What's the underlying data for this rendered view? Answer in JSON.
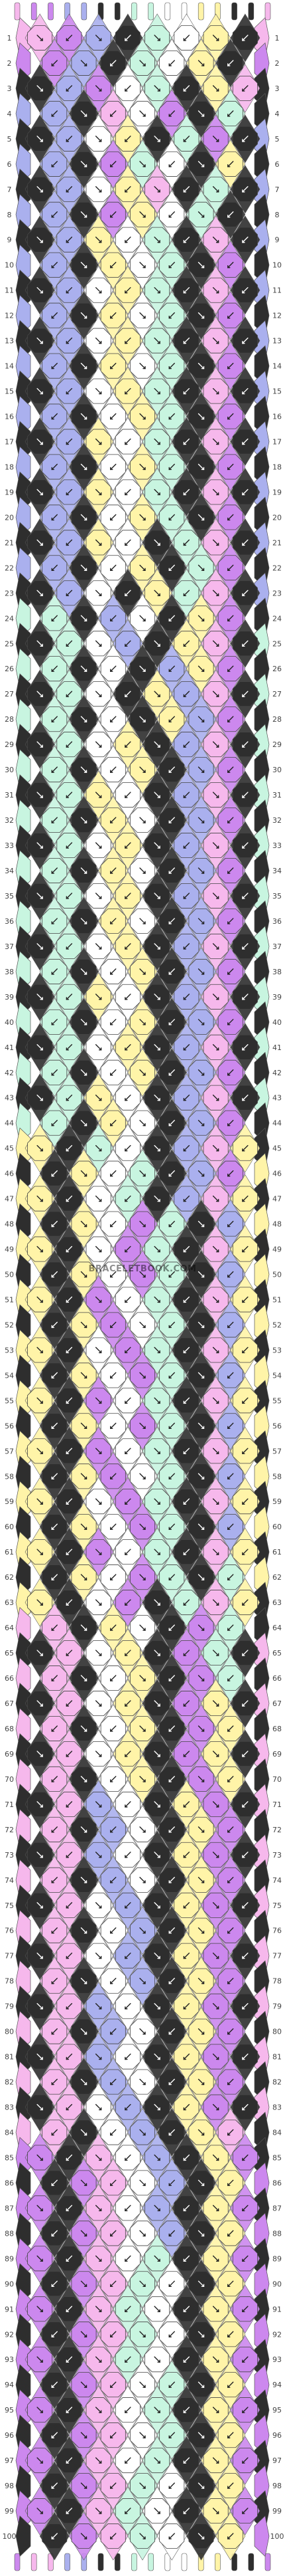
{
  "watermark_text": "BRACELETBOOK.COM",
  "colors": {
    "A": "#cc88ee",
    "B": "#2e2e2e",
    "C": "#aab0ee",
    "D": "#c8f5e0",
    "E": "#fff4a8",
    "F": "#f6b8ec",
    "G": "#ffffff"
  },
  "strings_top": [
    "F",
    "A",
    "A",
    "C",
    "C",
    "B",
    "B",
    "D",
    "D",
    "G",
    "G",
    "E",
    "E",
    "B",
    "B",
    "F"
  ],
  "strings_bottom": [
    "A",
    "F",
    "F",
    "C",
    "C",
    "B",
    "B",
    "D",
    "D",
    "G",
    "G",
    "E",
    "E",
    "B",
    "B",
    "A"
  ],
  "row_count": 100,
  "rows": [
    "FAC BDG EB",
    "ACB DGE BF",
    "BCA GDB EF",
    "CB FG AB D",
    "BC GE BD A",
    "CBA DGB E",
    "BCG EFB D",
    "CB AEG DB",
    "BC EGD BF",
    "CBE GDB A",
    "BCG EDB F",
    "CB EGD BA",
    "BC GED BF",
    "CBE GD BA",
    "BCG EDB F",
    "CB GED BA",
    "BC EGD BF",
    "CBG ED BA",
    "BCE GDB F",
    "CB GE DBA",
    "BC EG BDF",
    "CBG EB DA",
    "BC GBE DF",
    "DB CGB EA",
    "BD GCB EF",
    "DBG BCE A",
    "BDG BEC F",
    "DB GBE CA",
    "BD GEB CF",
    "DBG EB CA",
    "BDE GBC F",
    "DB EGB CA",
    "BD GEB CF",
    "DBE GBC A",
    "BDG EBC F",
    "DB EGB CA",
    "BD GEB CF",
    "DBG EB CA",
    "BDE GBC F",
    "DB GEBC A",
    "BDG EB CF",
    "DB GEB CA",
    "BD EGB CF",
    "DBE GB CA",
    "EBD GBC F",
    "BEG DBC A",
    "EBG DB CF",
    "BEG ADB C",
    "EB GADB F",
    "BEG ADB C",
    "EB AGDB F",
    "BEA GDB C",
    "EB GADB F",
    "BEG ADB C",
    "EBA GDB F",
    "BEG ADB C",
    "EB AGDB F",
    "BEA GDB C",
    "EB GADB F",
    "BEG ADB C",
    "EBA GDB F",
    "BEG ADB D",
    "EB GAB DF",
    "FBE GBA D",
    "BFG EBA D",
    "FB GEB AD",
    "BF GEB AE",
    "FBG EBA E",
    "BFG EB AE",
    "FB GEB AE",
    "BF CGB EA",
    "FBC GB EA",
    "BFC GBE A",
    "FB CGB EA",
    "BF GCB EA",
    "FBG CB EA",
    "BFG CBE A",
    "FB GCB EA",
    "BF CGB EA",
    "FBC GB EA",
    "BFC GBE A",
    "FB CGB EA",
    "BF GCB EA",
    "FBG CB EF",
    "ABF GCB E",
    "BAF GCB E",
    "AB FGC BE",
    "BA FGC BE",
    "ABF GD BE",
    "BAF DGB E",
    "AB FDG BE",
    "BA FDG BE",
    "ABF DGB E",
    "BAF GDB E",
    "AB FGD BE",
    "BA FGD BE",
    "ABF GDB E",
    "BAF DGB E",
    "AB FDG BE",
    "BA FDG BE"
  ]
}
